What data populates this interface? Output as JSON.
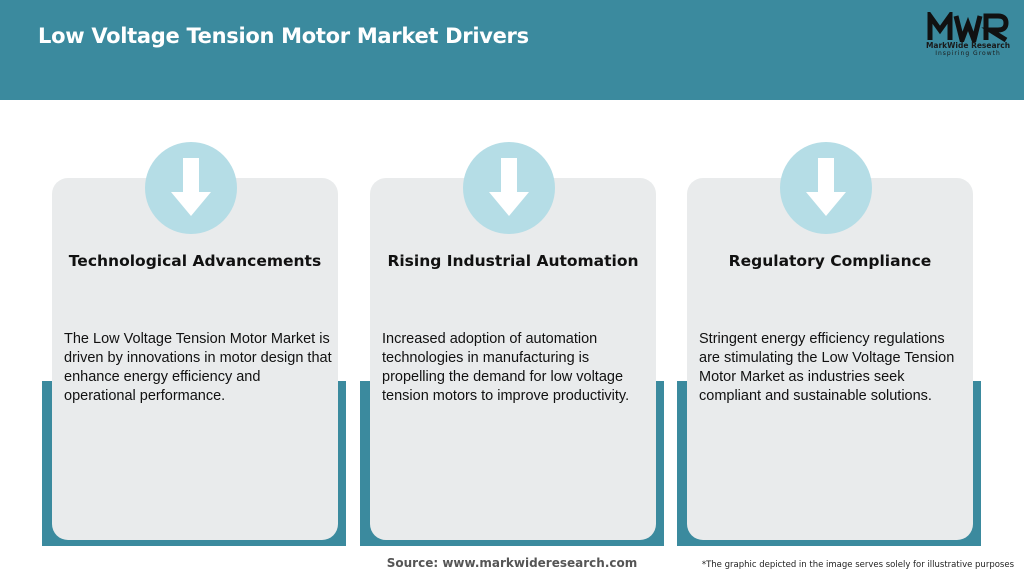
{
  "header": {
    "title": "Low Voltage Tension Motor Market Drivers"
  },
  "logo": {
    "name": "MarkWide Research",
    "tagline": "Inspiring Growth"
  },
  "cards": [
    {
      "icon": "down-arrow-icon",
      "title": "Technological Advancements",
      "body": "The Low Voltage Tension Motor Market is driven by innovations in motor design that enhance energy efficiency and operational performance."
    },
    {
      "icon": "down-arrow-icon",
      "title": "Rising Industrial Automation",
      "body": "Increased adoption of automation technologies in manufacturing is propelling the demand for low voltage tension motors to improve productivity."
    },
    {
      "icon": "down-arrow-icon",
      "title": "Regulatory Compliance",
      "body": "Stringent energy efficiency regulations are stimulating the Low Voltage Tension Motor Market as industries seek compliant and sustainable solutions."
    }
  ],
  "footer": {
    "source": "Source: www.markwideresearch.com",
    "disclaimer": "*The graphic depicted in the image serves solely for illustrative purposes"
  },
  "colors": {
    "accent": "#3b8a9e",
    "icon_circle": "#b5dde6",
    "card_bg": "#e9ebec"
  }
}
